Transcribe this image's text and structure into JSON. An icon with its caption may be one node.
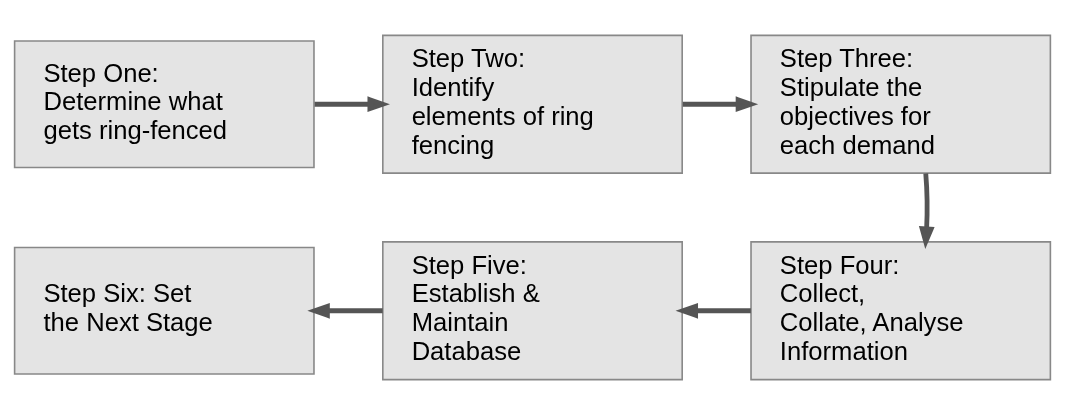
{
  "diagram": {
    "nodes": [
      {
        "text": [
          "Step One: Determine what gets ring-fenced"
        ]
      },
      {
        "text": [
          "Step Two: Identify elements of ring fencing"
        ]
      },
      {
        "text": [
          "Step Three: Stipulate the objectives for each demand"
        ]
      },
      {
        "text": [
          "Step Four: Collect, Collate, Analyse Information"
        ]
      },
      {
        "text": [
          "Step Five: Establish & Maintain Database"
        ]
      },
      {
        "text": [
          "Step Six: Set the Next Stage"
        ]
      }
    ],
    "edges": [
      {
        "from": 0,
        "to": 1,
        "arrow": "to"
      },
      {
        "from": 1,
        "to": 2,
        "arrow": "to"
      },
      {
        "from": 2,
        "to": 3,
        "arrow": "to"
      },
      {
        "from": 3,
        "to": 4,
        "arrow": "to"
      },
      {
        "from": 4,
        "to": 5,
        "arrow": "to"
      }
    ]
  }
}
